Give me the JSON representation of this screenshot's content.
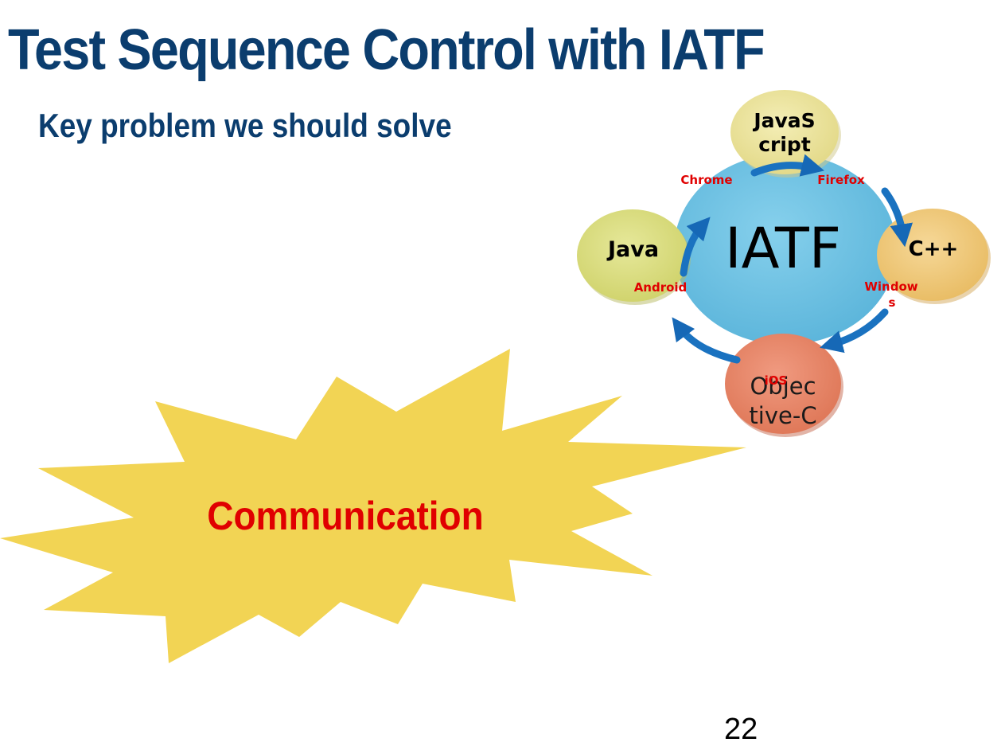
{
  "slide": {
    "title": "Test Sequence Control with IATF",
    "subtitle": "Key problem we should solve",
    "page_number": "22"
  },
  "diagram": {
    "center_label": "IATF",
    "languages": {
      "top": [
        "JavaS",
        "cript"
      ],
      "left": "Java",
      "right": "C++",
      "bottom": [
        "Objec",
        "tive-C"
      ]
    },
    "platforms": {
      "chrome": "Chrome",
      "firefox": "Firefox",
      "android": "Android",
      "windows": [
        "Window",
        "s"
      ],
      "ios": "iOS"
    },
    "colors": {
      "center": "#6bbfe0",
      "javascript_bubble": "#ede59a",
      "java_bubble": "#d8dc7a",
      "cpp_bubble": "#f0c878",
      "objc_bubble": "#e8876a",
      "arrow": "#1a72c0",
      "platform_text": "#e00000"
    }
  },
  "callout": {
    "label": "Communication",
    "colors": {
      "fill": "#f2d454",
      "text": "#e00000"
    }
  }
}
